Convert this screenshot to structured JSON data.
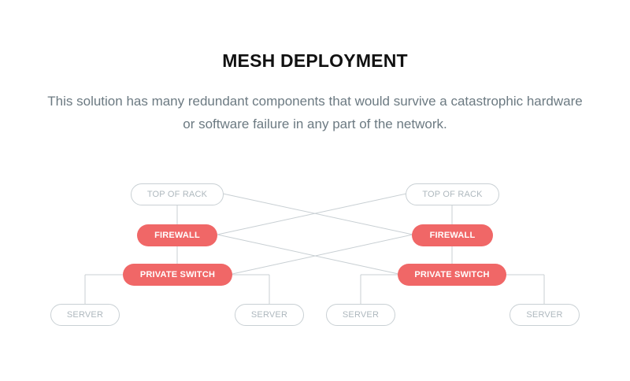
{
  "header": {
    "title": "MESH DEPLOYMENT",
    "subtitle": "This solution has many redundant components that would survive a catastrophic hardware or software failure in any part of the network."
  },
  "diagram": {
    "colors": {
      "accent": "#f06767",
      "outline": "#c9d0d4",
      "outline_text": "#aeb8be",
      "line": "#c8cfd3"
    },
    "left": {
      "top_of_rack": "TOP OF RACK",
      "firewall": "FIREWALL",
      "private_switch": "PRIVATE SWITCH",
      "server_a": "SERVER",
      "server_b": "SERVER"
    },
    "right": {
      "top_of_rack": "TOP OF RACK",
      "firewall": "FIREWALL",
      "private_switch": "PRIVATE SWITCH",
      "server_a": "SERVER",
      "server_b": "SERVER"
    }
  }
}
